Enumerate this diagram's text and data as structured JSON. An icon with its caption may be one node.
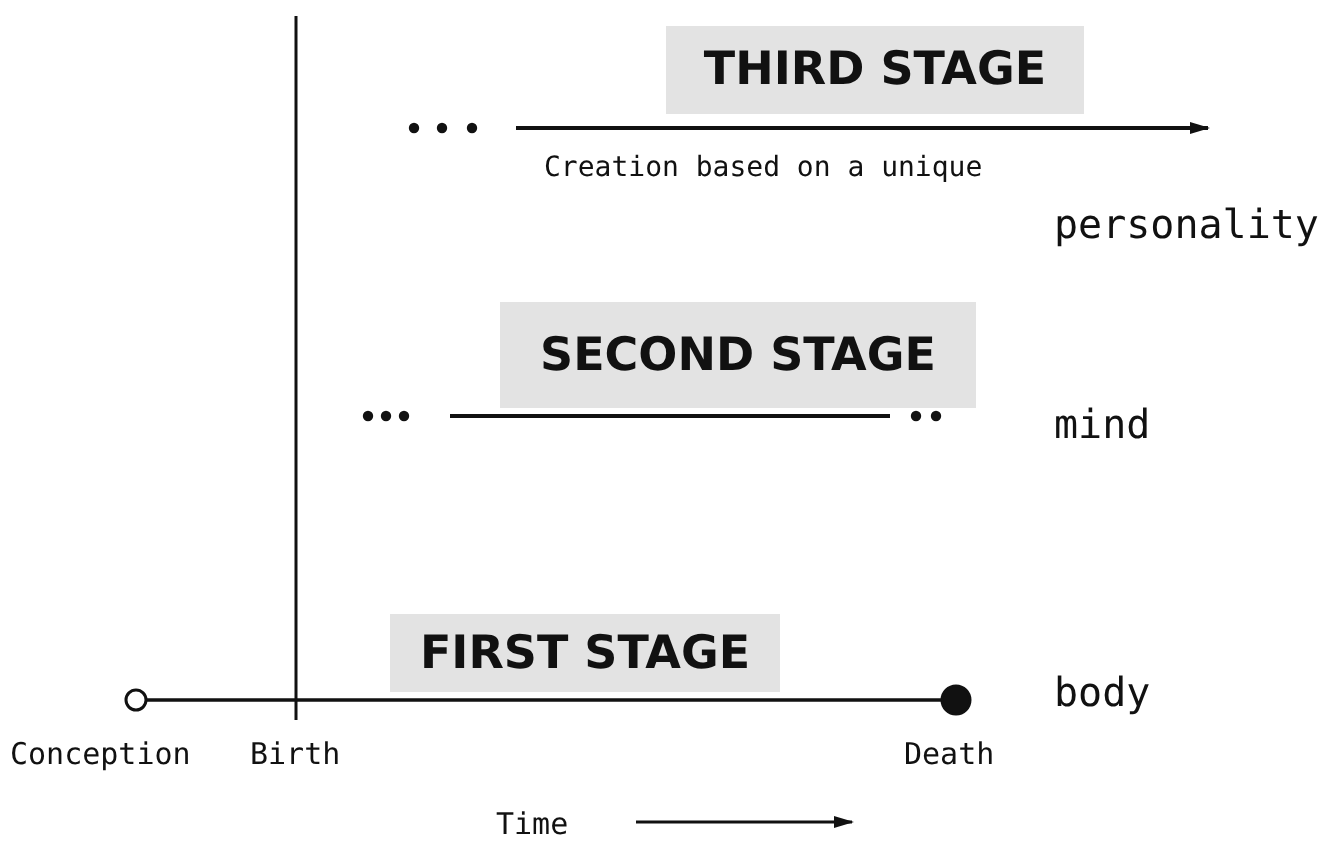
{
  "diagram": {
    "nodes": [
      {
        "text": [
          "THIRD STAGE"
        ]
      },
      {
        "text": [
          "SECOND STAGE"
        ]
      },
      {
        "text": [
          "FIRST STAGE"
        ]
      },
      {
        "text": [],
        "shape": "circle",
        "beside": [
          "Conception"
        ]
      },
      {
        "text": [],
        "shape": "circle",
        "beside": [
          "Death"
        ]
      }
    ],
    "edges": [
      {
        "from": 3,
        "to": 4,
        "arrow": "none"
      }
    ],
    "labels": [
      "Creation based on a unique",
      "personality",
      "mind",
      "body",
      "Birth",
      "Time"
    ]
  }
}
